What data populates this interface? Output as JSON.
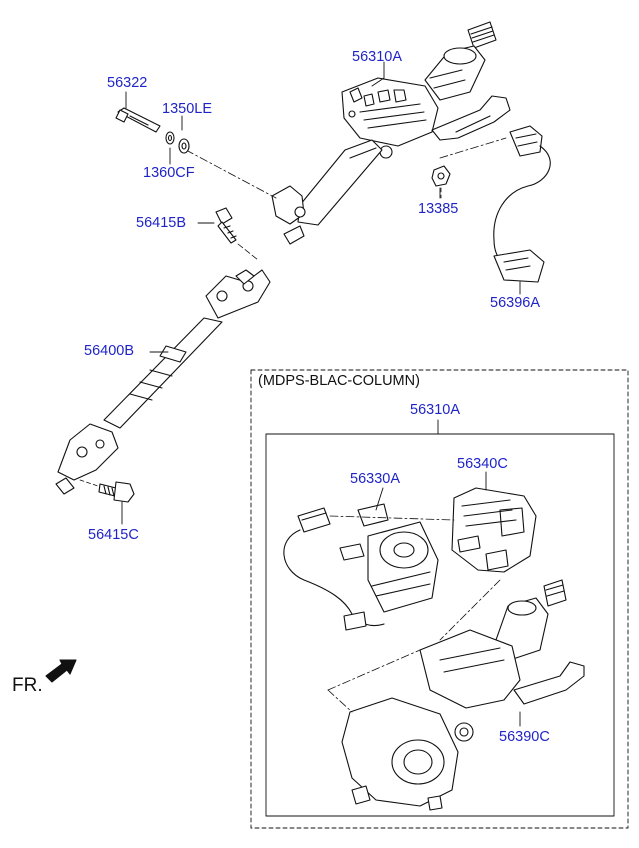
{
  "colors": {
    "part_label": "#1f24c8",
    "line": "#111111",
    "background": "#ffffff"
  },
  "parts": {
    "p56310A_top": "56310A",
    "p56322": "56322",
    "p1350LE": "1350LE",
    "p1360CF": "1360CF",
    "p13385": "13385",
    "p56415B": "56415B",
    "p56396A": "56396A",
    "p56400B": "56400B",
    "p56415C": "56415C"
  },
  "inset": {
    "title": "(MDPS-BLAC-COLUMN)",
    "assembly": "56310A",
    "p56330A": "56330A",
    "p56340C": "56340C",
    "p56390C": "56390C"
  },
  "direction": {
    "label": "FR.",
    "icon": "front-arrow-icon"
  }
}
